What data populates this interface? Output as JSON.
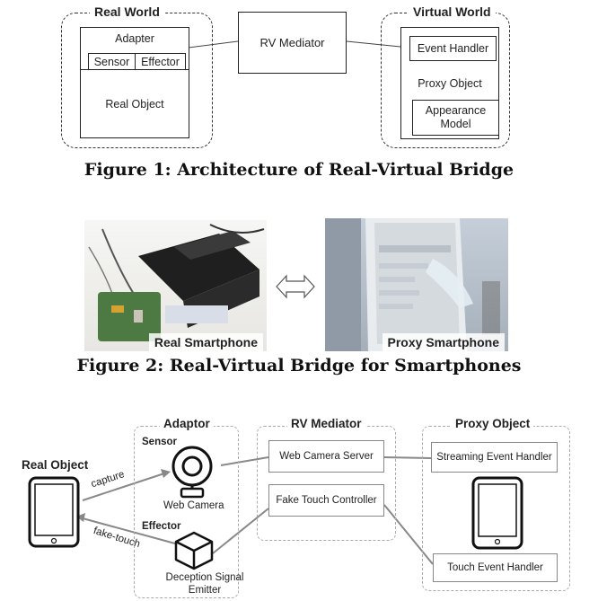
{
  "figure1": {
    "real_world": "Real World",
    "adapter": "Adapter",
    "sensor": "Sensor",
    "effector": "Effector",
    "real_object": "Real Object",
    "rv_mediator": "RV Mediator",
    "virtual_world": "Virtual World",
    "event_handler": "Event Handler",
    "proxy_object": "Proxy Object",
    "appearance_model_1": "Appearance",
    "appearance_model_2": "Model",
    "caption": "Figure 1: Architecture of Real-Virtual Bridge"
  },
  "figure2": {
    "real_label": "Real Smartphone",
    "proxy_label": "Proxy Smartphone",
    "caption": "Figure 2: Real-Virtual Bridge for Smartphones"
  },
  "figure3": {
    "real_object": "Real Object",
    "adaptor": "Adaptor",
    "sensor": "Sensor",
    "web_camera": "Web Camera",
    "effector": "Effector",
    "deception_1": "Deception Signal",
    "deception_2": "Emitter",
    "capture": "capture",
    "fake_touch": "fake-touch",
    "rv_mediator": "RV Mediator",
    "web_camera_server": "Web Camera Server",
    "fake_touch_controller": "Fake Touch Controller",
    "proxy_object": "Proxy Object",
    "streaming_event_handler": "Streaming Event Handler",
    "touch_event_handler": "Touch Event Handler"
  }
}
